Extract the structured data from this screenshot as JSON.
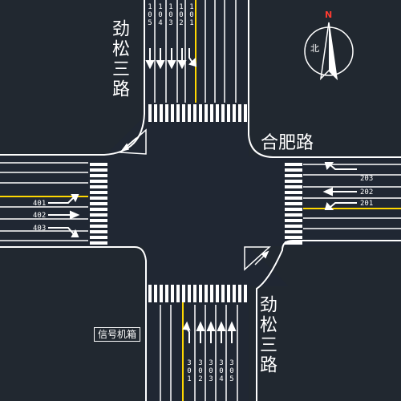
{
  "colors": {
    "background": "#212830",
    "road": "#2a3240",
    "marking": "#ffffff",
    "centerline": "#ffd700",
    "north": "#ff3b30"
  },
  "roads": {
    "north_road": "劲松三路",
    "south_road": "劲松三路",
    "east_road": "合肥路"
  },
  "compass": {
    "north_letter": "N",
    "bei": "北",
    "icon": "north-arrow-icon"
  },
  "signal_cabinet": {
    "label": "信号机箱"
  },
  "lanes": {
    "north": [
      "105",
      "104",
      "103",
      "102",
      "101"
    ],
    "south": [
      "301",
      "302",
      "303",
      "304",
      "305"
    ],
    "west": [
      "401",
      "402",
      "403"
    ],
    "east": [
      "203",
      "202",
      "201"
    ]
  }
}
